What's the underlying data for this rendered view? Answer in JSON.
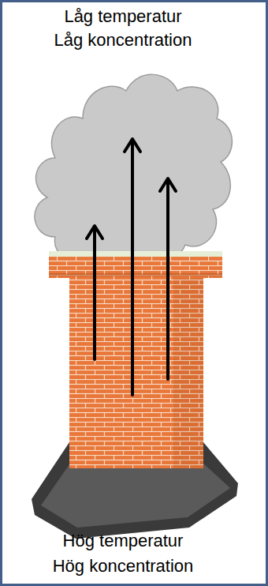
{
  "diagram": {
    "labels": [
      "Låg temperatur",
      "Låg koncentration",
      "Hög temperatur",
      "Hög koncentration"
    ]
  }
}
